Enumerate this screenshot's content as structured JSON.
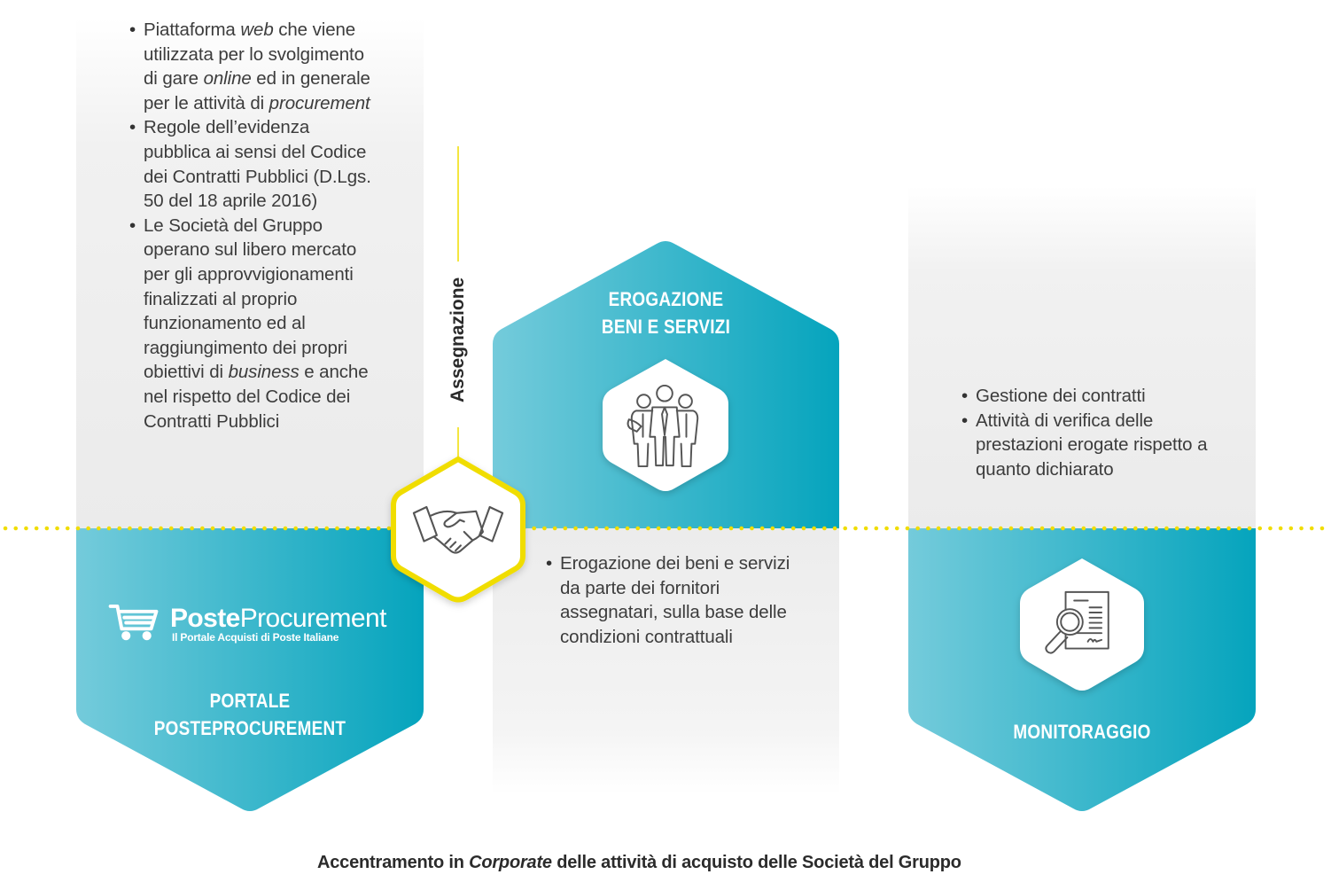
{
  "colors": {
    "teal_light": "#6fc9d9",
    "teal_dark": "#06a6bf",
    "yellow": "#f0dd00",
    "panel_grey": "#ececec"
  },
  "left": {
    "bullets": [
      [
        "Piattaforma ",
        "web",
        " che viene utilizzata per lo svolgimento di gare ",
        "online",
        " ed in generale per le attività di ",
        "procurement",
        ""
      ],
      [
        "Regole dell’evidenza pubblica ai sensi del Codice dei Contratti Pubblici (D.Lgs. 50 del 18 aprile 2016)"
      ],
      [
        "Le Società del Gruppo operano sul libero mercato per gli approvvigionamenti finalizzati al proprio funzionamento ed al raggiungimento dei propri obiettivi di ",
        "business",
        " e anche nel rispetto del Codice dei Contratti Pubblici"
      ]
    ],
    "logo_main_bold": "Poste",
    "logo_main_light": "Procurement",
    "logo_sub": "Il Portale Acquisti di Poste Italiane",
    "title_line1": "PORTALE",
    "title_line2": "POSTEPROCUREMENT"
  },
  "middle": {
    "vertical_label": "Assegnazione",
    "title_line1": "EROGAZIONE",
    "title_line2": "BENI E SERVIZI",
    "bullets": [
      [
        "Erogazione dei beni e servizi da parte dei fornitori assegnatari, sulla base delle condizioni contrattuali"
      ]
    ]
  },
  "right": {
    "bullets": [
      [
        "Gestione dei contratti"
      ],
      [
        "Attività di verifica delle prestazioni erogate rispetto a quanto dichiarato"
      ]
    ],
    "title": "MONITORAGGIO"
  },
  "caption": [
    "Accentramento in ",
    "Corporate",
    " delle attività di acquisto delle Società del Gruppo"
  ],
  "icons": {
    "cart": "shopping-cart-icon",
    "handshake": "handshake-icon",
    "people": "people-group-icon",
    "document": "document-magnifier-icon"
  }
}
